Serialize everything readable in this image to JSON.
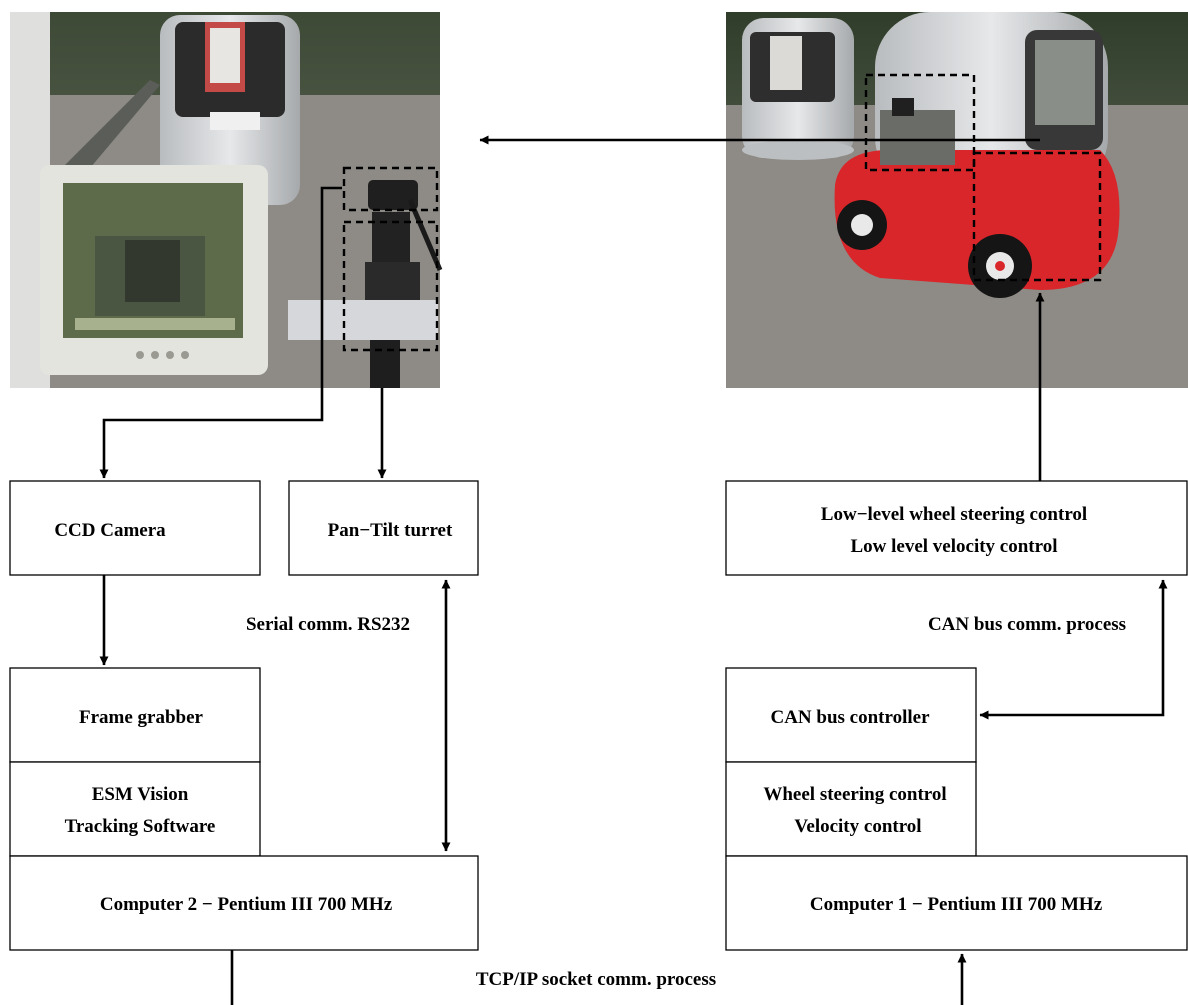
{
  "boxes": {
    "ccd_camera": "CCD Camera",
    "pan_tilt": "Pan−Tilt turret",
    "frame_grabber": "Frame grabber",
    "esm_line1": "ESM Vision",
    "esm_line2": "Tracking Software",
    "computer2": "Computer 2 − Pentium III 700 MHz",
    "lowlevel_line1": "Low−level wheel steering control",
    "lowlevel_line2": "Low level velocity control",
    "can_controller": "CAN bus controller",
    "wheel_line1": "Wheel steering control",
    "wheel_line2": "Velocity control",
    "computer1": "Computer 1 − Pentium III 700 MHz"
  },
  "labels": {
    "serial": "Serial comm. RS232",
    "can_bus": "CAN bus comm. process",
    "tcpip": "TCP/IP socket comm. process"
  },
  "photos": {
    "left": "camera-view-photo",
    "right": "vehicles-photo"
  },
  "colors": {
    "vehicle_red": "#d9262a",
    "vehicle_silver": "#cfd2d4",
    "asphalt": "#8e8b86",
    "monitor_screen": "#5d6b4a"
  }
}
